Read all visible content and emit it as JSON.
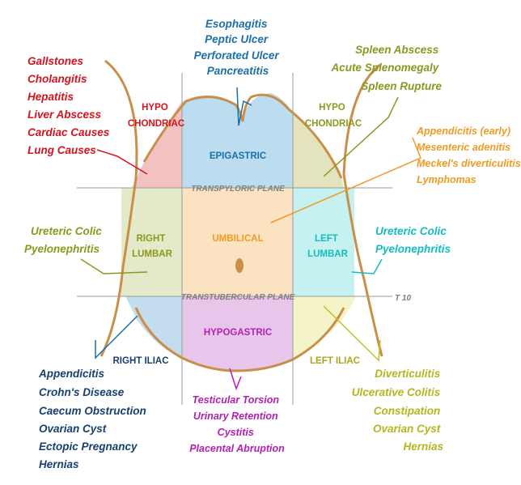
{
  "colors": {
    "red": "#d2141e",
    "blue": "#1b6fa8",
    "olive": "#8c981e",
    "orange": "#f09b23",
    "teal": "#14bcc0",
    "navy": "#17406e",
    "purple": "#b420b4",
    "tan": "#c98f4a",
    "gray": "#909090"
  },
  "regions": {
    "right_hypochondriac": [
      "HYPO",
      "CHONDRIAC"
    ],
    "epigastric": "EPIGASTRIC",
    "left_hypochondriac": [
      "HYPO",
      "CHONDRIAC"
    ],
    "right_lumbar": [
      "RIGHT",
      "LUMBAR"
    ],
    "umbilical": "UMBILICAL",
    "left_lumbar": [
      "LEFT",
      "LUMBAR"
    ],
    "right_iliac": "RIGHT ILIAC",
    "hypogastric": "HYPOGASTRIC",
    "left_iliac": "LEFT ILIAC"
  },
  "planes": {
    "transpyloric": "TRANSPYLORIC PLANE",
    "transtubercular": "TRANSTUBERCULAR PLANE",
    "t10": "T 10"
  },
  "conditions": {
    "right_hypochondriac": [
      "Gallstones",
      "Cholangitis",
      "Hepatitis",
      "Liver Abscess",
      "Cardiac Causes",
      "Lung Causes"
    ],
    "epigastric": [
      "Esophagitis",
      "Peptic Ulcer",
      "Perforated Ulcer",
      "Pancreatitis"
    ],
    "left_hypochondriac": [
      "Spleen Abscess",
      "Acute Splenomegaly",
      "Spleen Rupture"
    ],
    "umbilical": [
      "Appendicitis (early)",
      "Mesenteric adenitis",
      "Meckel's diverticulitis",
      "Lymphomas"
    ],
    "right_lumbar": [
      "Ureteric Colic",
      "Pyelonephritis"
    ],
    "left_lumbar": [
      "Ureteric Colic",
      "Pyelonephritis"
    ],
    "right_iliac": [
      "Appendicitis",
      "Crohn's Disease",
      "Caecum Obstruction",
      "Ovarian Cyst",
      "Ectopic Pregnancy",
      "Hernias"
    ],
    "hypogastric": [
      "Testicular Torsion",
      "Urinary Retention",
      "Cystitis",
      "Placental Abruption"
    ],
    "left_iliac": [
      "Diverticulitis",
      "Ulcerative Colitis",
      "Constipation",
      "Ovarian Cyst",
      "Hernias"
    ]
  }
}
